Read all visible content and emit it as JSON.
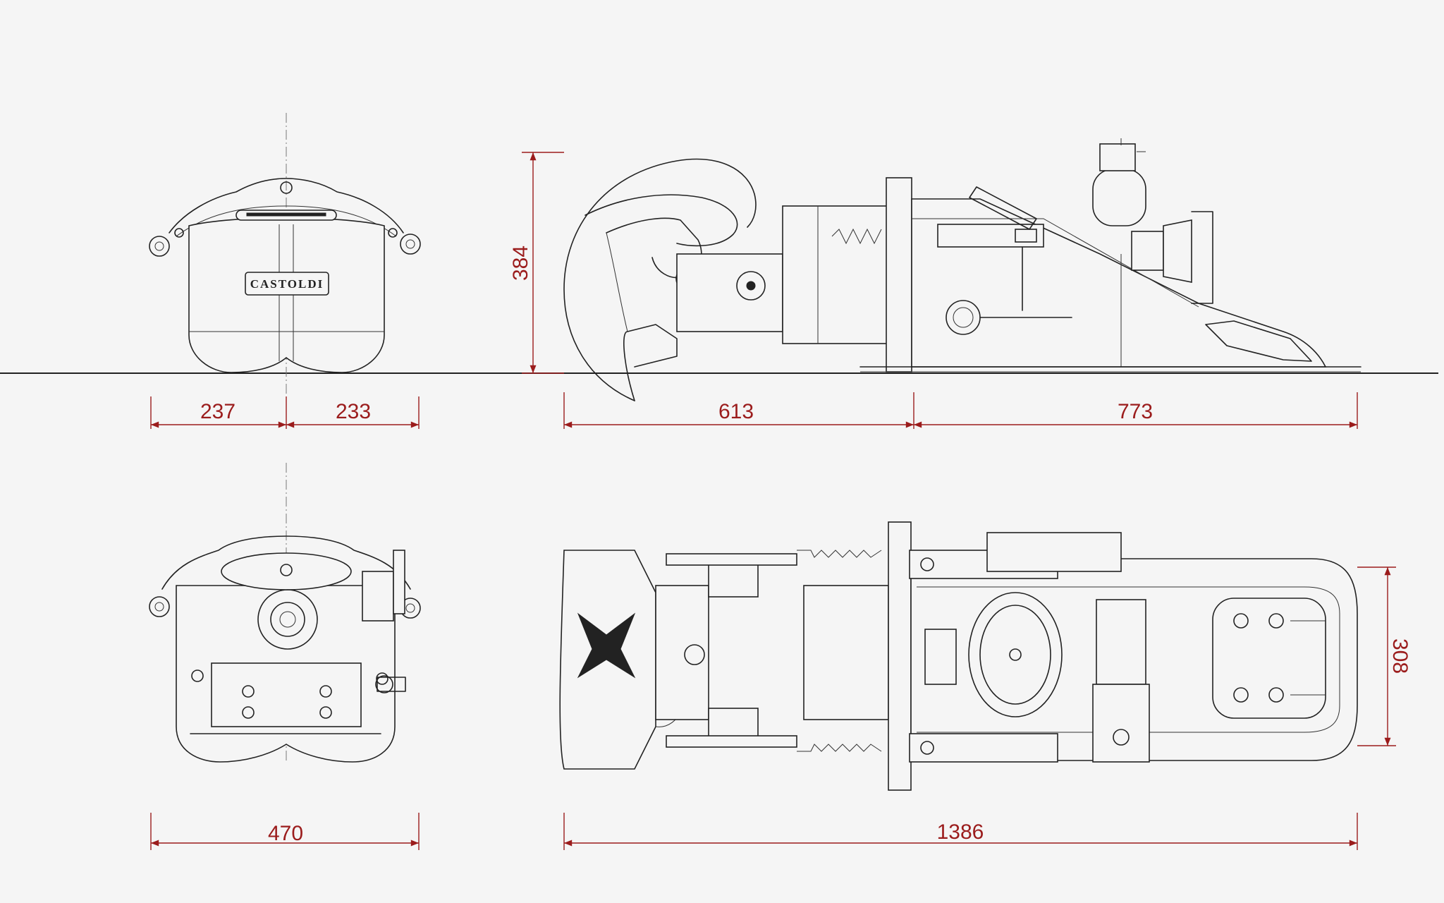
{
  "drawing": {
    "brand_label": "CASTOLDI",
    "palette": {
      "background": "#f5f5f5",
      "line": "#222222",
      "dimension": "#9b1c1c"
    },
    "views": {
      "front_elevation": "front-view",
      "side_elevation": "side-view",
      "rear_elevation": "rear-view",
      "top_plan": "plan-view"
    },
    "dimensions": {
      "front_left_half_width": "237",
      "front_right_half_width": "233",
      "side_height": "384",
      "side_bowl_length": "613",
      "side_body_length": "773",
      "rear_total_width": "470",
      "plan_total_length": "1386",
      "plan_width": "308"
    }
  }
}
